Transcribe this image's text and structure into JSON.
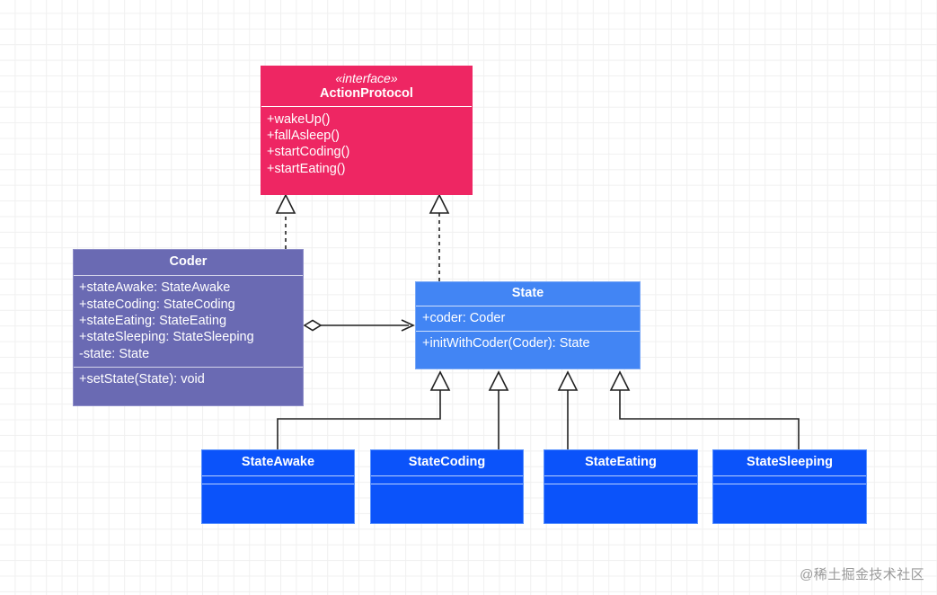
{
  "diagram": {
    "type": "uml-class-diagram",
    "watermark": "@稀土掘金技术社区",
    "colors": {
      "interface": "#ee2663",
      "context": "#6a6ab3",
      "abstract_state": "#4285f4",
      "concrete_state": "#0b53fa",
      "background": "#ffffff",
      "grid": "#f0f0f0",
      "edge": "#222222"
    },
    "classes": [
      {
        "id": "action-protocol",
        "stereotype": "«interface»",
        "name": "ActionProtocol",
        "attributes": [],
        "operations": [
          "+wakeUp()",
          "+fallAsleep()",
          "+startCoding()",
          "+startEating()"
        ]
      },
      {
        "id": "coder",
        "stereotype": "",
        "name": "Coder",
        "attributes": [
          "+stateAwake: StateAwake",
          "+stateCoding: StateCoding",
          "+stateEating: StateEating",
          "+stateSleeping: StateSleeping",
          "-state: State"
        ],
        "operations": [
          "+setState(State): void"
        ]
      },
      {
        "id": "state",
        "stereotype": "",
        "name": "State",
        "attributes": [
          "+coder: Coder"
        ],
        "operations": [
          "+initWithCoder(Coder): State"
        ]
      },
      {
        "id": "state-awake",
        "stereotype": "",
        "name": "StateAwake",
        "attributes": [],
        "operations": []
      },
      {
        "id": "state-coding",
        "stereotype": "",
        "name": "StateCoding",
        "attributes": [],
        "operations": []
      },
      {
        "id": "state-eating",
        "stereotype": "",
        "name": "StateEating",
        "attributes": [],
        "operations": []
      },
      {
        "id": "state-sleeping",
        "stereotype": "",
        "name": "StateSleeping",
        "attributes": [],
        "operations": []
      }
    ],
    "relationships": [
      {
        "from": "coder",
        "to": "action-protocol",
        "kind": "realization",
        "style": "dashed",
        "head": "hollow-triangle"
      },
      {
        "from": "state",
        "to": "action-protocol",
        "kind": "realization",
        "style": "dashed",
        "head": "hollow-triangle"
      },
      {
        "from": "coder",
        "to": "state",
        "kind": "aggregation",
        "style": "solid",
        "tail": "hollow-diamond",
        "head": "open-arrow"
      },
      {
        "from": "state-awake",
        "to": "state",
        "kind": "generalization",
        "style": "solid",
        "head": "hollow-triangle"
      },
      {
        "from": "state-coding",
        "to": "state",
        "kind": "generalization",
        "style": "solid",
        "head": "hollow-triangle"
      },
      {
        "from": "state-eating",
        "to": "state",
        "kind": "generalization",
        "style": "solid",
        "head": "hollow-triangle"
      },
      {
        "from": "state-sleeping",
        "to": "state",
        "kind": "generalization",
        "style": "solid",
        "head": "hollow-triangle"
      }
    ]
  }
}
